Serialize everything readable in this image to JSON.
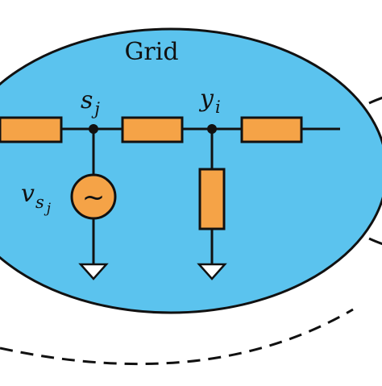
{
  "diagram": {
    "region_label": "Grid",
    "node_labels": [
      {
        "base": "s",
        "sub": "j"
      },
      {
        "base": "y",
        "sub": "i"
      }
    ],
    "source_label": {
      "base": "v",
      "sub": "s",
      "subsub": "j"
    },
    "source_symbol": "~",
    "colors": {
      "region_fill": "#5bc3ee",
      "component_fill": "#f5a347",
      "stroke": "#111111"
    }
  }
}
